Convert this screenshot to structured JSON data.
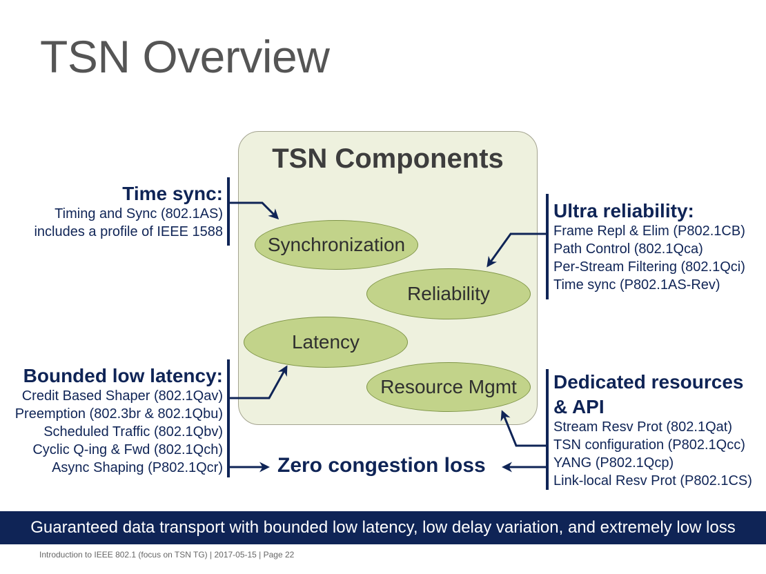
{
  "title": "TSN Overview",
  "panel": {
    "title": "TSN Components"
  },
  "ellipses": {
    "synchronization": "Synchronization",
    "reliability": "Reliability",
    "latency": "Latency",
    "resource": "Resource Mgmt"
  },
  "time_sync": {
    "heading": "Time sync:",
    "lines": [
      "Timing and Sync (802.1AS)",
      "includes a profile of IEEE 1588"
    ]
  },
  "ultra_reliability": {
    "heading": "Ultra reliability:",
    "lines": [
      "Frame Repl & Elim (P802.1CB)",
      "Path Control (802.1Qca)",
      "Per-Stream Filtering (802.1Qci)",
      "Time sync (P802.1AS-Rev)"
    ]
  },
  "bounded_latency": {
    "heading": "Bounded low latency:",
    "lines": [
      "Credit Based Shaper (802.1Qav)",
      "Preemption (802.3br & 802.1Qbu)",
      "Scheduled Traffic (802.1Qbv)",
      "Cyclic Q-ing & Fwd (802.1Qch)",
      "Async Shaping (P802.1Qcr)"
    ]
  },
  "dedicated_resources": {
    "heading_1": "Dedicated resources",
    "heading_2": "& API",
    "lines": [
      "Stream Resv Prot (802.1Qat)",
      "TSN configuration (P802.1Qcc)",
      "YANG (P802.1Qcp)",
      "Link-local Resv Prot (P802.1CS)"
    ]
  },
  "zero_congestion": "Zero congestion loss",
  "banner": "Guaranteed data transport with bounded low latency, low delay variation, and extremely low loss",
  "footer": "Introduction to IEEE 802.1 (focus on TSN TG)  |  2017-05-15  |  Page 22",
  "colors": {
    "navy": "#0f2456",
    "ellipse_fill": "#c2d38a",
    "panel_fill": "#eef1de",
    "title_gray": "#555555"
  }
}
